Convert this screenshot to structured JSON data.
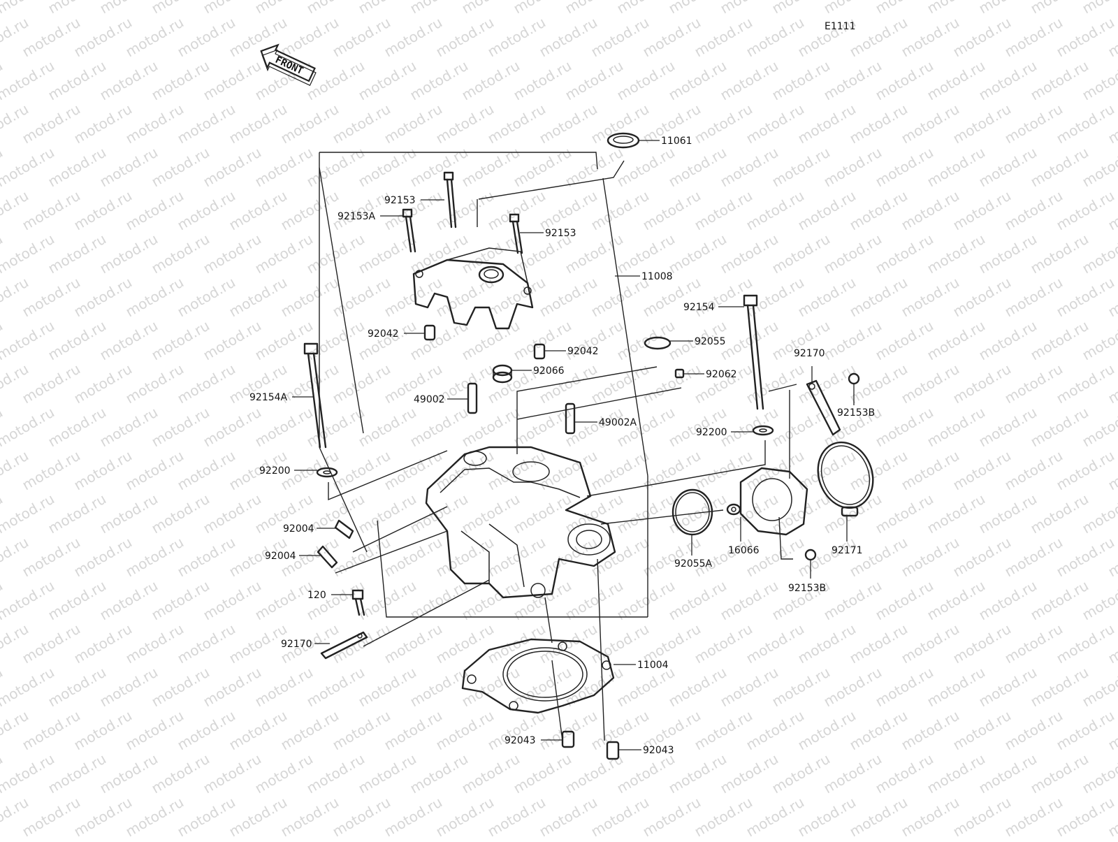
{
  "diagram": {
    "code": "E1111",
    "front_label": "FRONT",
    "watermark": "motod.ru",
    "parts": {
      "p11061": "11061",
      "p92153_top": "92153",
      "p92153A": "92153A",
      "p92153_right": "92153",
      "p11008": "11008",
      "p92154": "92154",
      "p92042_left": "92042",
      "p92042_right": "92042",
      "p92055": "92055",
      "p92066": "92066",
      "p92062": "92062",
      "p92170_top": "92170",
      "p49002": "49002",
      "p49002A": "49002A",
      "p92154A": "92154A",
      "p92153B_top": "92153B",
      "p92200_right": "92200",
      "p92200_left": "92200",
      "p92004_a": "92004",
      "p92004_b": "92004",
      "p16066": "16066",
      "p92171": "92171",
      "p92055A": "92055A",
      "p92153B_bottom": "92153B",
      "p120": "120",
      "p92170_bottom": "92170",
      "p11004": "11004",
      "p92043_left": "92043",
      "p92043_right": "92043"
    }
  }
}
